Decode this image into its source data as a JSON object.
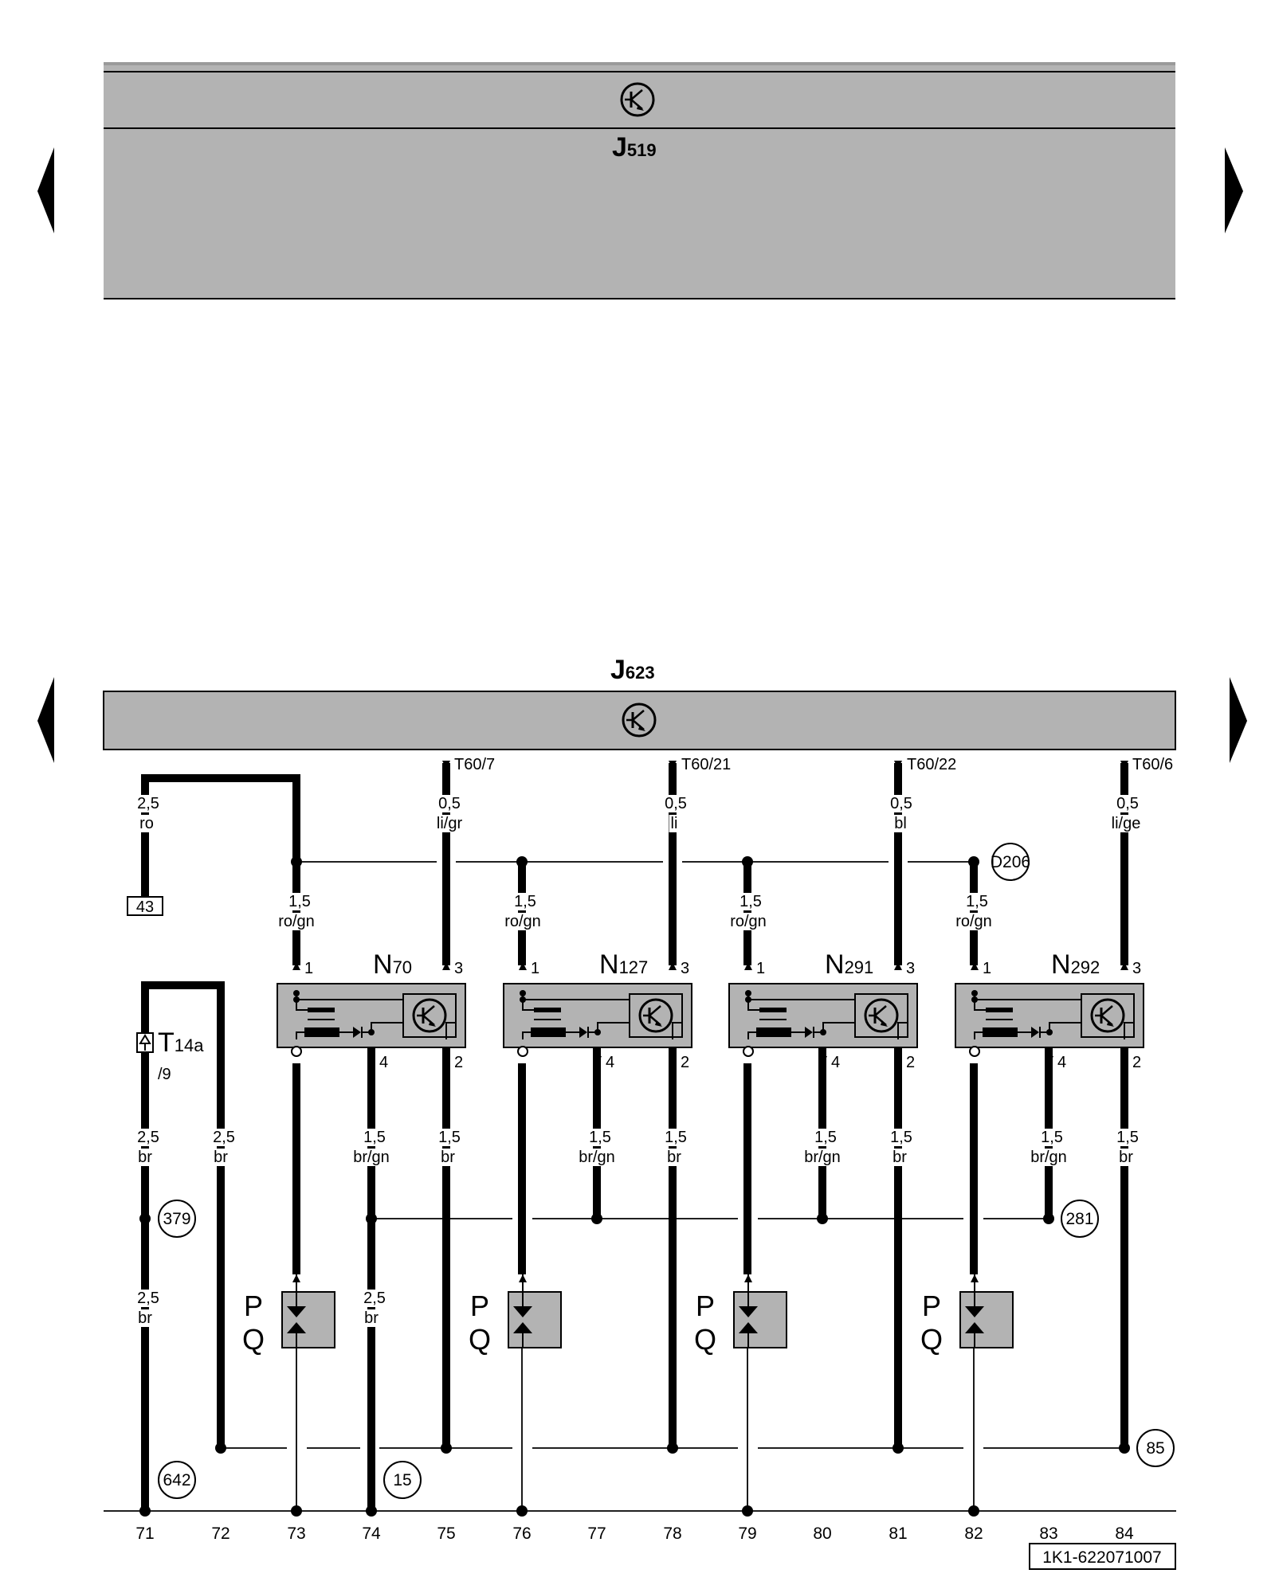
{
  "top_unit": {
    "name": "J",
    "sub": "519"
  },
  "ecu": {
    "name": "J",
    "sub": "623"
  },
  "connectors": [
    "T60/7",
    "T60/21",
    "T60/22",
    "T60/6"
  ],
  "wires": {
    "w43": [
      "2,5",
      "ro"
    ],
    "s1": [
      "0,5",
      "li/gr"
    ],
    "s2": [
      "0,5",
      "li"
    ],
    "s3": [
      "0,5",
      "bl"
    ],
    "s4": [
      "0,5",
      "li/ge"
    ],
    "feed": [
      "1,5",
      "ro/gn"
    ],
    "pin4": [
      "1,5",
      "br/gn"
    ],
    "pin2": [
      "1,5",
      "br"
    ],
    "w71a": [
      "2,5",
      "br"
    ],
    "w71b": [
      "2,5",
      "br"
    ],
    "w72": [
      "2,5",
      "br"
    ],
    "w74": [
      "2,5",
      "br"
    ]
  },
  "coils": [
    {
      "name": "N",
      "sub": "70"
    },
    {
      "name": "N",
      "sub": "127"
    },
    {
      "name": "N",
      "sub": "291"
    },
    {
      "name": "N",
      "sub": "292"
    }
  ],
  "pins": {
    "p1": "1",
    "p2": "2",
    "p3": "3",
    "p4": "4"
  },
  "spark_plug": {
    "p": "P",
    "q": "Q"
  },
  "terminal_43": "43",
  "plug_t14a": {
    "name": "T",
    "sub": "14a",
    "pin": "/9"
  },
  "grounds": {
    "d206": "D206",
    "g379": "379",
    "g281": "281",
    "g85": "85",
    "g642": "642",
    "g15": "15"
  },
  "columns": [
    "71",
    "72",
    "73",
    "74",
    "75",
    "76",
    "77",
    "78",
    "79",
    "80",
    "81",
    "82",
    "83",
    "84"
  ],
  "diagram_code": "1K1-622071007"
}
